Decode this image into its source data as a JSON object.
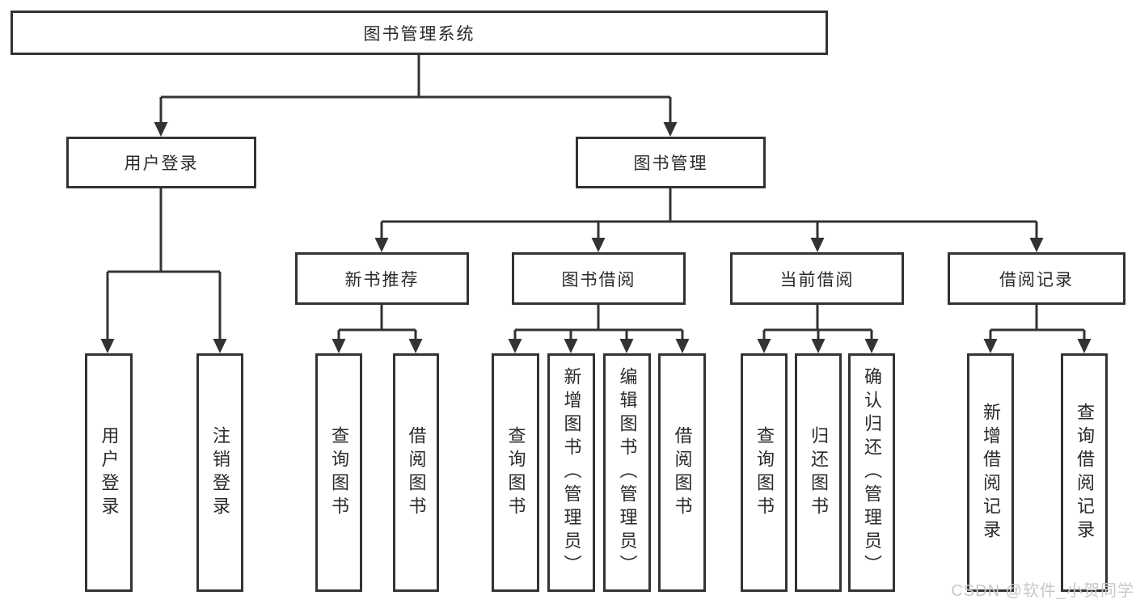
{
  "diagram_type": "hierarchy-tree",
  "colors": {
    "line": "#333333",
    "text": "#2a2a2a",
    "box_fill": "#ffffff",
    "watermark": "#c8c8c8"
  },
  "nodes": {
    "root": {
      "label": "图书管理系统"
    },
    "login": {
      "label": "用户登录",
      "children": {
        "user_login": {
          "label": "用户登录"
        },
        "logout": {
          "label": "注销登录"
        }
      }
    },
    "mgmt": {
      "label": "图书管理",
      "children": {
        "rec": {
          "label": "新书推荐",
          "children": {
            "query": {
              "label": "查询图书"
            },
            "borrow": {
              "label": "借阅图书"
            }
          }
        },
        "bor": {
          "label": "图书借阅",
          "children": {
            "query": {
              "label": "查询图书"
            },
            "add": {
              "label": "新增图书（管理员）"
            },
            "edit": {
              "label": "编辑图书（管理员）"
            },
            "borrow": {
              "label": "借阅图书"
            }
          }
        },
        "cur": {
          "label": "当前借阅",
          "children": {
            "query": {
              "label": "查询图书"
            },
            "ret": {
              "label": "归还图书"
            },
            "confirm": {
              "label": "确认归还（管理员）"
            }
          }
        },
        "recd": {
          "label": "借阅记录",
          "children": {
            "add": {
              "label": "新增借阅记录"
            },
            "query": {
              "label": "查询借阅记录"
            }
          }
        }
      }
    }
  },
  "watermark": {
    "text": "CSDN @软件_小贺同学"
  }
}
